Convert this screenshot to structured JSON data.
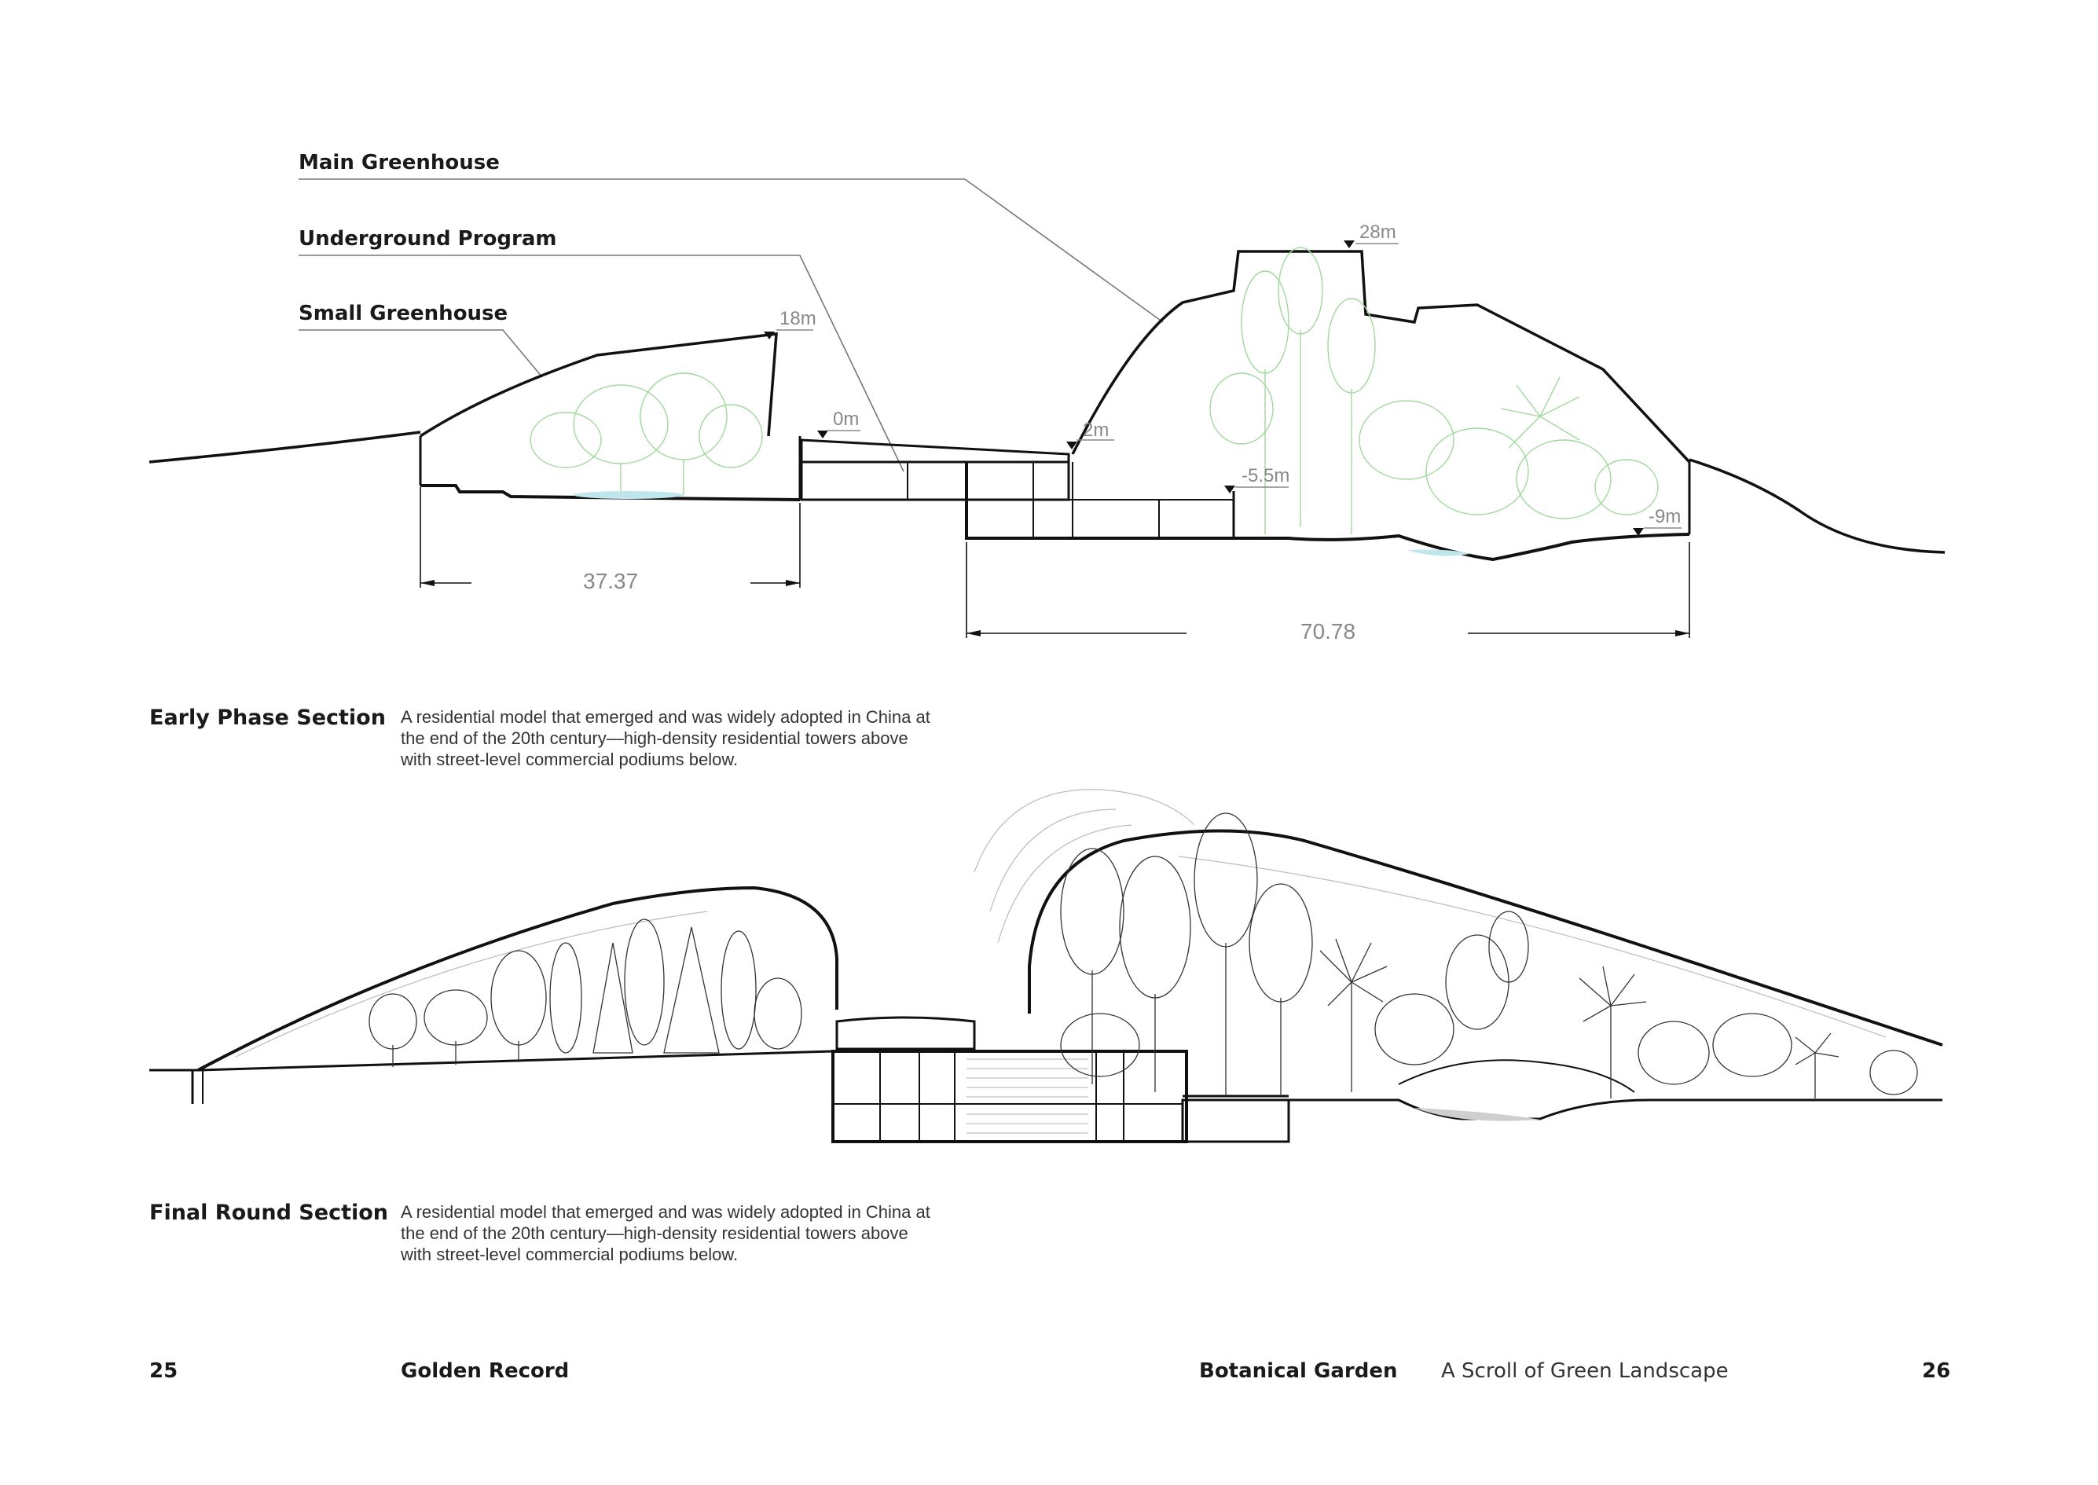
{
  "callouts": {
    "main_greenhouse": "Main Greenhouse",
    "underground_program": "Underground Program",
    "small_greenhouse": "Small Greenhouse"
  },
  "elevations": {
    "e18": "18m",
    "e28": "28m",
    "e0": "0m",
    "e2": "2m",
    "e_neg55": "-5.5m",
    "e_neg9": "-9m"
  },
  "dimensions": {
    "small_width": "37.37",
    "main_width": "70.78"
  },
  "sections": [
    {
      "title": "Early Phase Section",
      "description": "A residential model that emerged and was widely adopted in China at the end of the 20th century—high-density residential towers above with street-level commercial podiums below."
    },
    {
      "title": "Final Round Section",
      "description": "A residential model that emerged and was widely adopted in China at the end of the 20th century—high-density residential towers above with street-level commercial podiums below."
    }
  ],
  "footer": {
    "left_page": "25",
    "left_title": "Golden Record",
    "right_section": "Botanical Garden",
    "right_subtitle": "A Scroll of Green Landscape",
    "right_page": "26"
  },
  "colors": {
    "line": "#111111",
    "vegetation_early": "#8fd08a",
    "water": "#bfe6ea",
    "leader": "#777777"
  }
}
